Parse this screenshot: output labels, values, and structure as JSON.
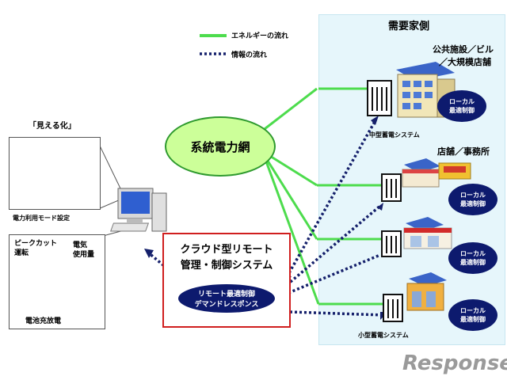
{
  "legend": {
    "energy_label": "エネルギーの流れ",
    "info_label": "情報の流れ"
  },
  "demand_side": {
    "title": "需要家側",
    "public_facilities_line1": "公共施設／ビル",
    "public_facilities_line2": "／大規模店舗",
    "mid_storage": "中型蓄電システム",
    "stores_offices": "店舗／事務所",
    "small_storage": "小型蓄電システム",
    "local_control_line1": "ローカル",
    "local_control_line2": "最適制御"
  },
  "grid": {
    "label": "系統電力網"
  },
  "cloud": {
    "title_line1": "クラウド型リモート",
    "title_line2": "管理・制御システム",
    "inner_line1": "リモート最適制御",
    "inner_line2": "デマンドレスポンス"
  },
  "visualization": {
    "title": "「見える化」",
    "mode_setting": "電力利用モード設定",
    "peak_cut_line1": "ピークカット",
    "peak_cut_line2": "運転",
    "usage_line1": "電気",
    "usage_line2": "使用量",
    "battery": "電池充放電"
  },
  "logo": {
    "text": "Response."
  },
  "colors": {
    "energy": "#4ddc4d",
    "info": "#15206b",
    "panel": "#e6f6fb",
    "cloud_border": "#d01e1e"
  }
}
